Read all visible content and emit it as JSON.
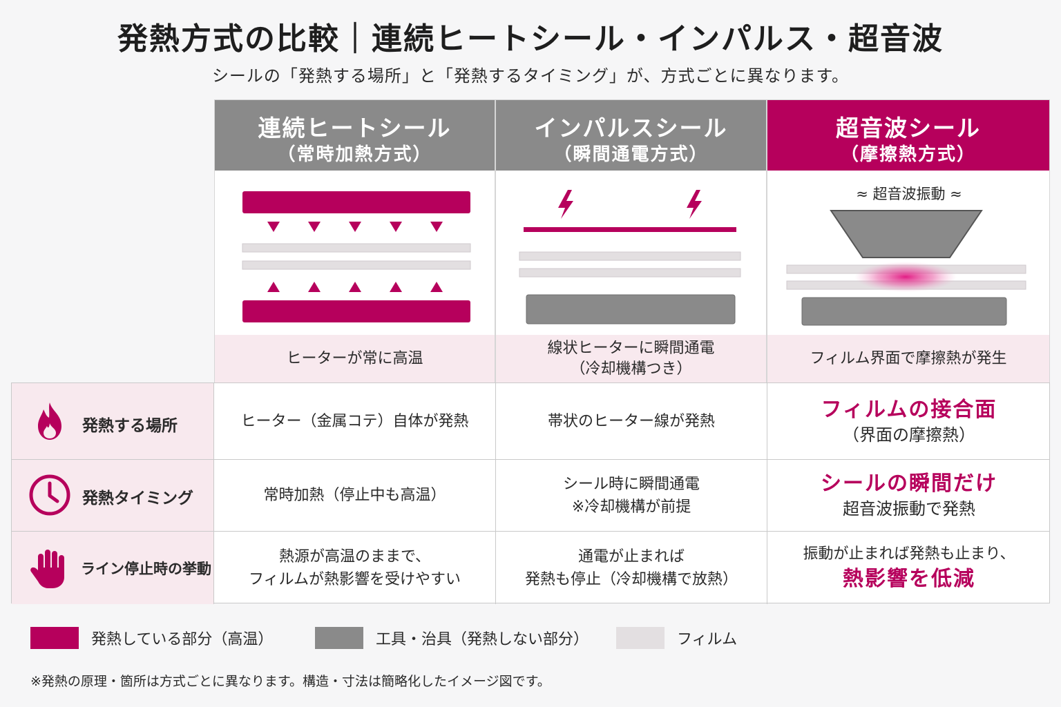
{
  "title": "発熱方式の比較｜連続ヒートシール・インパルス・超音波",
  "subtitle": "シールの「発熱する場所」と「発熱するタイミング」が、方式ごとに異なります。",
  "colors": {
    "heat": "#b6005c",
    "tool": "#8a8a8a",
    "film": "#e3dfe1",
    "row_bg": "#f8e9ee"
  },
  "methods": [
    {
      "name": "連続ヒートシール",
      "sub": "（常時加熱方式）",
      "caption": [
        "ヒーターが常に高温"
      ]
    },
    {
      "name": "インパルスシール",
      "sub": "（瞬間通電方式）",
      "caption": [
        "線状ヒーターに瞬間通電",
        "（冷却機構つき）"
      ]
    },
    {
      "name": "超音波シール",
      "sub": "（摩擦熱方式）",
      "caption": [
        "フィルム界面で摩擦熱が発生"
      ],
      "vibration_label": "≈ 超音波振動 ≈"
    }
  ],
  "rows": [
    {
      "label": "発熱する場所",
      "icon": "flame-icon",
      "cells": [
        {
          "lines": [
            "ヒーター（金属コテ）自体が発熱"
          ]
        },
        {
          "lines": [
            "帯状のヒーター線が発熱"
          ]
        },
        {
          "accent": "フィルムの接合面",
          "lines": [
            "（界面の摩擦熱）"
          ]
        }
      ]
    },
    {
      "label": "発熱タイミング",
      "icon": "clock-icon",
      "cells": [
        {
          "lines": [
            "常時加熱（停止中も高温）"
          ]
        },
        {
          "lines": [
            "シール時に瞬間通電",
            "※冷却機構が前提"
          ]
        },
        {
          "accent": "シールの瞬間だけ",
          "lines": [
            "超音波振動で発熱"
          ]
        }
      ]
    },
    {
      "label": "ライン停止時の挙動",
      "icon": "hand-stop-icon",
      "cells": [
        {
          "lines": [
            "熱源が高温のままで、",
            "フィルムが熱影響を受けやすい"
          ]
        },
        {
          "lines": [
            "通電が止まれば",
            "発熱も停止（冷却機構で放熱）"
          ]
        },
        {
          "lines": [
            "振動が止まれば発熱も止まり、"
          ],
          "accent_after": "熱影響を低減"
        }
      ]
    }
  ],
  "legend": [
    {
      "label": "発熱している部分（高温）",
      "color": "#b6005c"
    },
    {
      "label": "工具・治具（発熱しない部分）",
      "color": "#8a8a8a"
    },
    {
      "label": "フィルム",
      "color": "#e3dfe1"
    }
  ],
  "note": "※発熱の原理・箇所は方式ごとに異なります。構造・寸法は簡略化したイメージ図です。"
}
